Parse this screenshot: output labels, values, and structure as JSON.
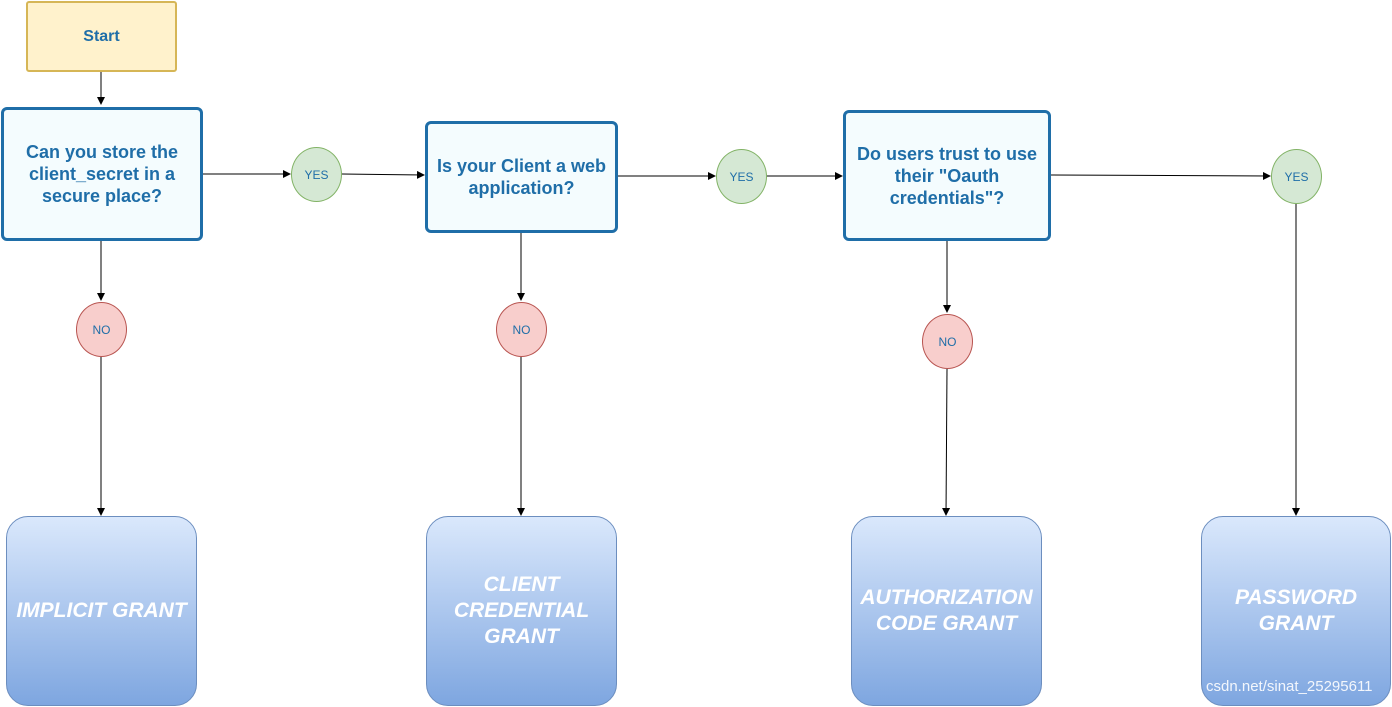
{
  "start": {
    "label": "Start"
  },
  "decisions": [
    {
      "label": "Can you store the client_secret in a secure place?"
    },
    {
      "label": "Is your Client a web application?"
    },
    {
      "label": "Do users trust to use their \"Oauth credentials\"?"
    }
  ],
  "yes_labels": [
    "YES",
    "YES",
    "YES"
  ],
  "no_labels": [
    "NO",
    "NO",
    "NO"
  ],
  "grants": [
    {
      "label": "IMPLICIT GRANT"
    },
    {
      "label": "CLIENT CREDENTIAL GRANT"
    },
    {
      "label": "AUTHORIZATION CODE GRANT"
    },
    {
      "label": "PASSWORD GRANT"
    }
  ],
  "watermark": "csdn.net/sinat_25295611",
  "colors": {
    "start_fill": "#fff2cc",
    "start_border": "#d6b656",
    "decision_border": "#1f6ea8",
    "decision_fill": "#f4fcfe",
    "yes_fill": "#d5e8d4",
    "no_fill": "#f8cecc",
    "grant_top": "#dae8fc",
    "grant_bottom": "#7ea6e0",
    "connector": "#000000"
  }
}
